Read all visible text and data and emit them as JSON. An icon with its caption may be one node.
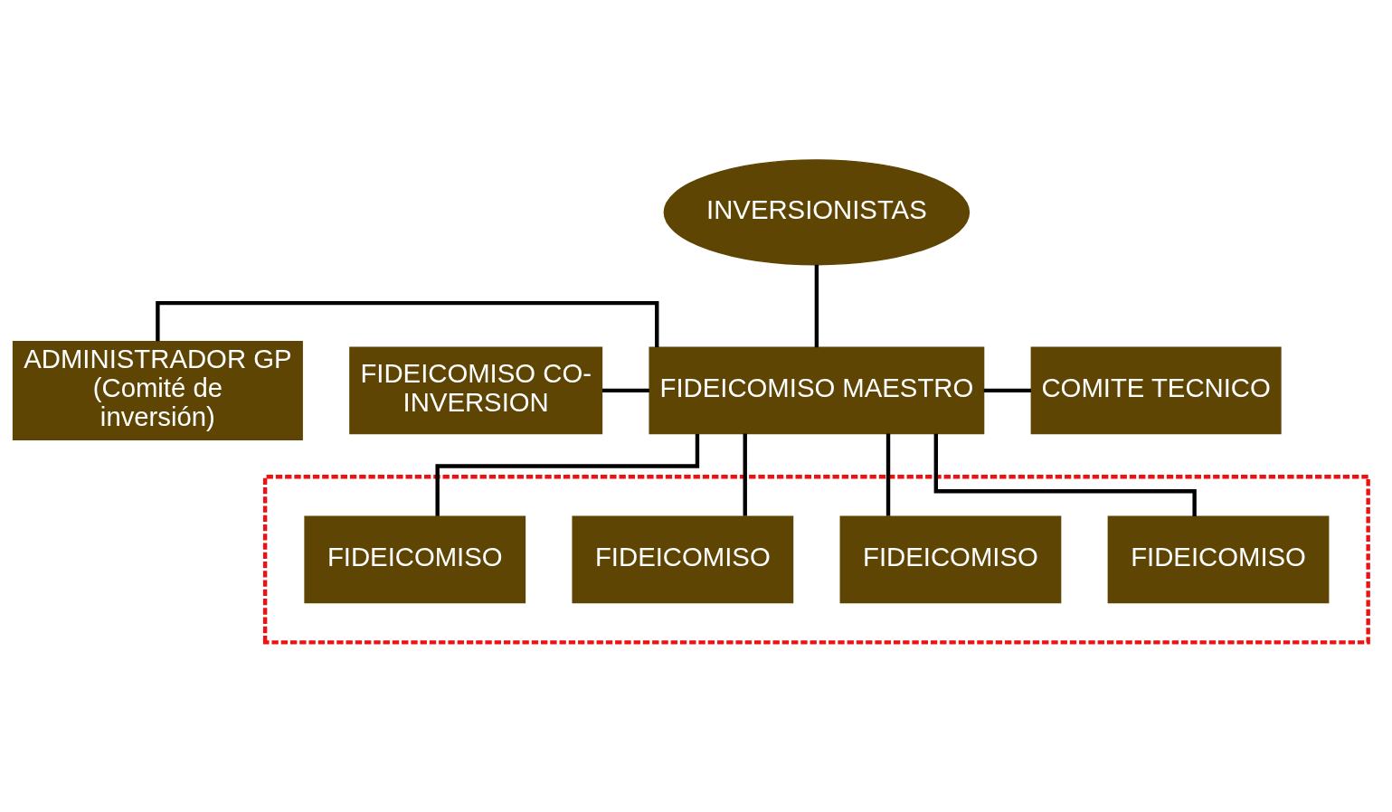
{
  "diagram": {
    "nodes": [
      {
        "text": [
          "INVERSIONISTAS"
        ]
      },
      {
        "text": [
          "ADMINISTRADOR GP (Comité de inversión)"
        ]
      },
      {
        "text": [
          "FIDEICOMISO CO-INVERSION"
        ]
      },
      {
        "text": [
          "FIDEICOMISO MAESTRO"
        ]
      },
      {
        "text": [
          "COMITE TECNICO"
        ]
      },
      {
        "text": [],
        "shape": "box"
      },
      {
        "text": [
          "FIDEICOMISO"
        ],
        "in": 5
      },
      {
        "text": [
          "FIDEICOMISO"
        ],
        "in": 5
      },
      {
        "text": [
          "FIDEICOMISO"
        ],
        "in": 5
      },
      {
        "text": [
          "FIDEICOMISO"
        ],
        "in": 5
      }
    ],
    "edges": [
      {
        "from": 0,
        "to": 3,
        "arrow": "none"
      },
      {
        "from": 1,
        "to": 3,
        "arrow": "none"
      },
      {
        "from": 2,
        "to": 3,
        "arrow": "none"
      },
      {
        "from": 3,
        "to": 4,
        "arrow": "none"
      },
      {
        "from": 3,
        "to": 6,
        "arrow": "none"
      },
      {
        "from": 3,
        "to": 7,
        "arrow": "none"
      },
      {
        "from": 3,
        "to": 8,
        "arrow": "none"
      },
      {
        "from": 3,
        "to": 9,
        "arrow": "none"
      }
    ]
  }
}
